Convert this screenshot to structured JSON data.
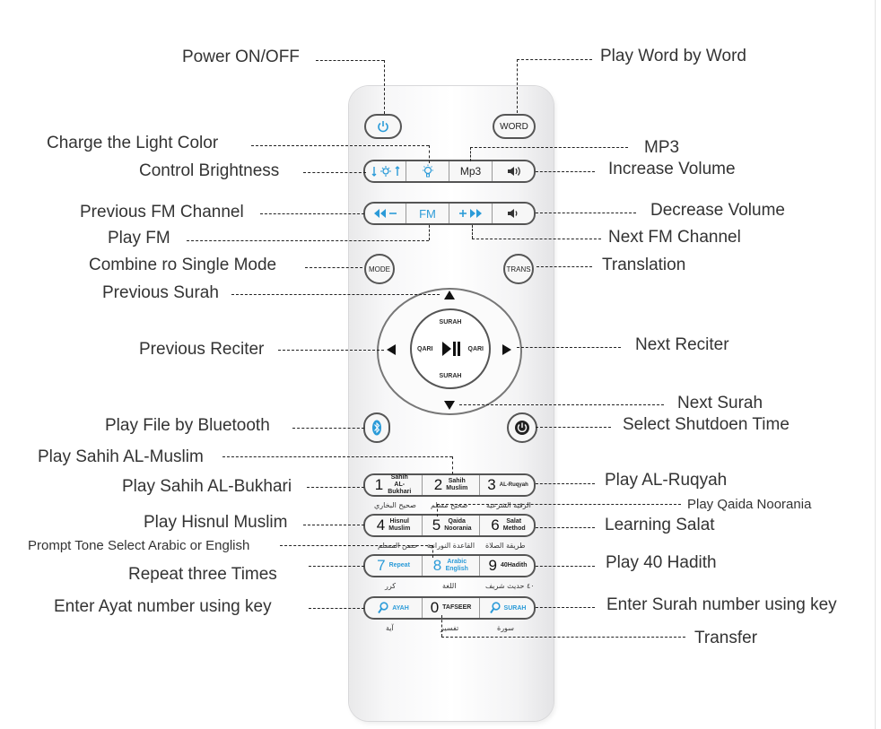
{
  "labels": {
    "power": "Power ON/OFF",
    "word_by_word": "Play Word by Word",
    "light_color": "Charge the Light Color",
    "mp3": "MP3",
    "brightness": "Control Brightness",
    "increase_volume": "Increase Volume",
    "prev_fm": "Previous FM Channel",
    "decrease_volume": "Decrease Volume",
    "play_fm": "Play FM",
    "next_fm": "Next FM Channel",
    "mode": "Combine ro Single Mode",
    "translation": "Translation",
    "prev_surah": "Previous Surah",
    "prev_reciter": "Previous Reciter",
    "next_reciter": "Next Reciter",
    "next_surah": "Next Surah",
    "bluetooth": "Play File by Bluetooth",
    "shutdown": "Select Shutdoen Time",
    "sahih_muslim": "Play Sahih AL-Muslim",
    "sahih_bukhari": "Play Sahih AL-Bukhari",
    "ruqyah": "Play AL-Ruqyah",
    "qaida": "Play Qaida Noorania",
    "hisnul": "Play Hisnul Muslim",
    "salat": "Learning Salat",
    "prompt_tone": "Prompt Tone Select Arabic or English",
    "repeat": "Repeat three Times",
    "hadith40": "Play 40 Hadith",
    "ayat": "Enter Ayat number using key",
    "surah_num": "Enter Surah number using key",
    "transfer": "Transfer"
  },
  "remote": {
    "word": "WORD",
    "mp3": "Mp3",
    "fm": "FM",
    "mode": "MODE",
    "trans": "TRANS",
    "surah_top": "SURAH",
    "surah_bottom": "SURAH",
    "qari_left": "QARI",
    "qari_right": "QARI",
    "keys": [
      {
        "digit": "1",
        "text": "Sahih AL-Bukhari",
        "arabic": "صحيح البخاري"
      },
      {
        "digit": "2",
        "text": "Sahih Muslim",
        "arabic": "صحيح مسلم"
      },
      {
        "digit": "3",
        "text": "AL-Ruqyah",
        "arabic": "الرقية الشرعية"
      },
      {
        "digit": "4",
        "text": "Hisnul Muslim",
        "arabic": "حصن المسلم"
      },
      {
        "digit": "5",
        "text": "Qaida Noorania",
        "arabic": "القاعدة النورانية"
      },
      {
        "digit": "6",
        "text": "Salat Method",
        "arabic": "طريقة الصلاة"
      },
      {
        "digit": "7",
        "text": "Repeat",
        "arabic": "كرر"
      },
      {
        "digit": "8",
        "text": "Arabic English",
        "arabic": "اللغة"
      },
      {
        "digit": "9",
        "text": "40Hadith",
        "arabic": "٤٠ حديث شريف"
      },
      {
        "digit": "",
        "text": "AYAH",
        "arabic": "آية"
      },
      {
        "digit": "0",
        "text": "TAFSEER",
        "arabic": "تفسير"
      },
      {
        "digit": "",
        "text": "SURAH",
        "arabic": "سورة"
      }
    ]
  },
  "icons": [
    "power-icon",
    "brightness-icon",
    "bulb-icon",
    "volume-up-icon",
    "rewind-icon",
    "forward-icon",
    "volume-down-icon",
    "arrow-up-icon",
    "arrow-down-icon",
    "arrow-left-icon",
    "arrow-right-icon",
    "play-pause-icon",
    "bluetooth-icon",
    "timer-icon",
    "search-icon"
  ],
  "colors": {
    "accent": "#2b9bd8",
    "button_border": "#555555",
    "remote_body": "#f4f4f5"
  }
}
